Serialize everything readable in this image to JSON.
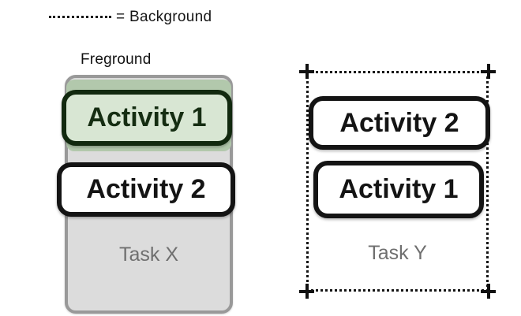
{
  "legend": {
    "icon": "dotted-line",
    "label": "= Background"
  },
  "labels": {
    "foreground": "Freground"
  },
  "tasks": {
    "task_x": {
      "title": "Task X",
      "state": "foreground",
      "activities": [
        {
          "label": "Activity 1",
          "state": "foreground"
        },
        {
          "label": "Activity 2",
          "state": "stacked"
        }
      ]
    },
    "task_y": {
      "title": "Task Y",
      "state": "background",
      "activities": [
        {
          "label": "Activity 2",
          "state": "top"
        },
        {
          "label": "Activity 1",
          "state": "stacked"
        }
      ]
    }
  },
  "colors": {
    "canvas_background": "#ffffff",
    "foreground_activity_fill": "#d8e6d3",
    "foreground_activity_border": "#12290f",
    "foreground_highlight_band": "#b2c8ac",
    "task_container_fill": "#dcdcdc",
    "task_container_border": "#999999",
    "activity_border": "#141414",
    "activity_fill": "#ffffff",
    "task_title_text": "#6f6f6f",
    "dotted_outline": "#141414"
  }
}
